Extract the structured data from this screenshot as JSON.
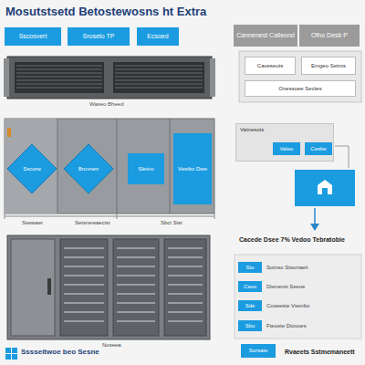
{
  "diagram": {
    "title": "Mosutstsetd Betostewosns ht Extra",
    "nodes": [
      {
        "text": [
          "Sscosvert"
        ]
      },
      {
        "text": [
          "Sroseto TP"
        ]
      },
      {
        "text": [
          "Ecsoed"
        ]
      },
      {
        "text": [
          "Cannenest Calleond"
        ]
      },
      {
        "text": [
          "Ofho Desb P"
        ]
      },
      {
        "text": [
          "Caveseuts"
        ]
      },
      {
        "text": [
          "Emgeo Setros"
        ]
      },
      {
        "text": [
          "Onessoee Sectes"
        ]
      },
      {
        "text": [
          "Sscurw"
        ]
      },
      {
        "text": [
          "Brovnen"
        ]
      },
      {
        "text": [
          "Sletno"
        ]
      },
      {
        "text": [
          "Vestbo Dwe"
        ]
      },
      {
        "text": [
          "Vatnesots"
        ]
      },
      {
        "text": [
          "Vatso"
        ],
        "in": 12
      },
      {
        "text": [
          "Cesbe"
        ],
        "in": 12
      },
      {
        "text": [
          "Sto",
          "Sotnso Stsoriaeit"
        ]
      },
      {
        "text": [
          "Csoo",
          "Dtenevst Sseoe"
        ]
      },
      {
        "text": [
          "Sde",
          "Coseeste Vsenbo"
        ]
      },
      {
        "text": [
          "Sbo",
          "Fteoste Dtovoes"
        ]
      },
      {
        "text": [
          "Sorsate"
        ]
      }
    ],
    "labels": [
      "Waseo Bheed",
      "Ssswaet",
      "Setsnewaecist",
      "Sbct Sist",
      "Cacede Dsee 7% Vedoo Tebratobie",
      "Noseea",
      "Sssseitwoe beo Sesne",
      "Rvaeets Sstmemaneett"
    ]
  }
}
